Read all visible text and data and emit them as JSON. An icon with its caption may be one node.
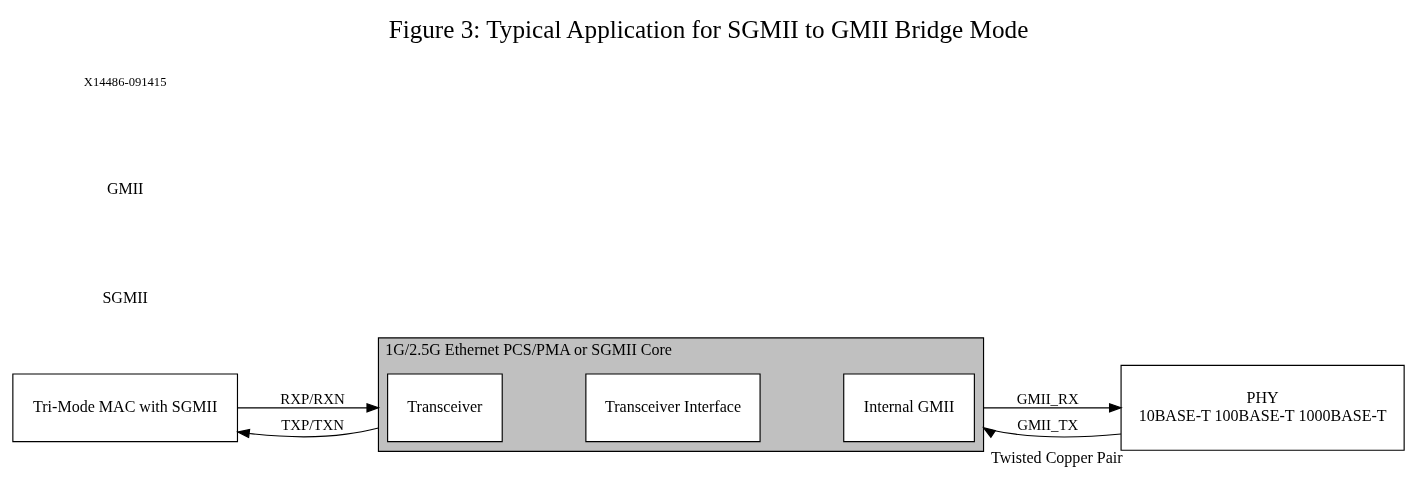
{
  "diagram": {
    "title": "Figure 3: Typical Application for SGMII to GMII Bridge Mode",
    "nodes": [
      {
        "text": [
          "Tri-Mode MAC with SGMII"
        ]
      },
      {
        "text": [
          "1G/2.5G Ethernet PCS/PMA or SGMII Core"
        ]
      },
      {
        "text": [
          "Transceiver"
        ],
        "in": 1
      },
      {
        "text": [
          "Transceiver Interface"
        ],
        "in": 1
      },
      {
        "text": [
          "Internal GMII"
        ],
        "in": 1
      },
      {
        "text": [
          "PHY",
          "10BASE-T 100BASE-T 1000BASE-T"
        ],
        "beside": [
          "Twisted Copper Pair"
        ]
      }
    ],
    "edges": [
      {
        "from": 0,
        "to": 1,
        "arrow": "to",
        "label": "RXP/RXN"
      },
      {
        "from": 1,
        "to": 0,
        "arrow": "to",
        "label": "TXP/TXN"
      },
      {
        "from": 1,
        "to": 5,
        "arrow": "to",
        "label": "GMII_RX"
      },
      {
        "from": 5,
        "to": 1,
        "arrow": "to",
        "label": "GMII_TX"
      }
    ],
    "labels": [
      "SGMII",
      "GMII",
      "X14486-091415"
    ]
  }
}
